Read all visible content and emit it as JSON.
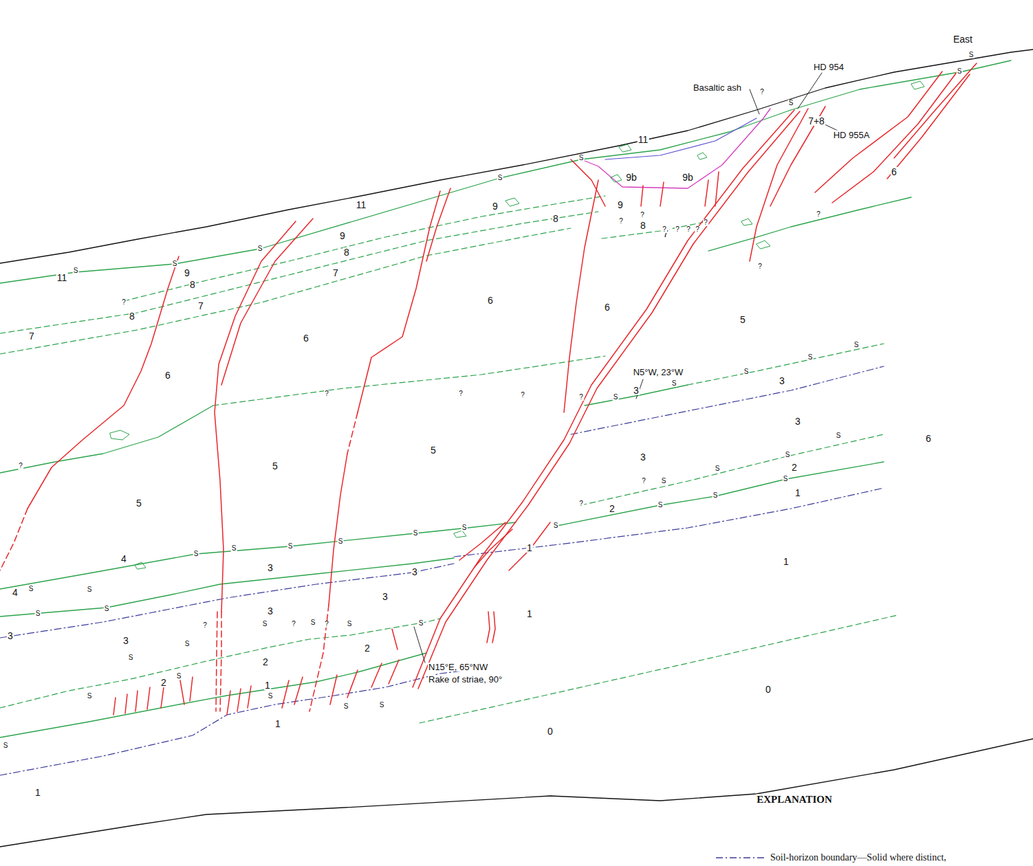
{
  "diagram": {
    "labels": [
      "East",
      "HD 954",
      "Basaltic ash",
      "?",
      "7+8",
      "HD 955A",
      "11",
      "9b",
      "9b",
      "6",
      "11",
      "9",
      "8",
      "9",
      "8",
      "7",
      "9",
      "8",
      "7",
      "9",
      "8",
      "8",
      "7",
      "11",
      "7",
      "6",
      "6",
      "6",
      "6",
      "5",
      "N5°W, 23°W",
      "3",
      "3",
      "3",
      "3",
      "6",
      "5",
      "5",
      "5",
      "2",
      "1",
      "2",
      "1",
      "4",
      "4",
      "3",
      "3",
      "3",
      "3",
      "3",
      "3",
      "1",
      "1",
      "2",
      "2",
      "1",
      "2",
      "N15°E, 65°NW",
      "Rake of striae, 90°",
      "0",
      "0",
      "1",
      "1",
      "EXPLANATION",
      "S",
      "S",
      "S",
      "S",
      "S",
      "S",
      "S",
      "S",
      "S",
      "S",
      "S",
      "S",
      "S",
      "S",
      "S",
      "S",
      "S",
      "S",
      "S",
      "S",
      "S",
      "S",
      "S",
      "S",
      "S",
      "S",
      "S",
      "S",
      "S",
      "S",
      "S",
      "S",
      "S",
      "S",
      "S",
      "S",
      "S",
      "S",
      "S",
      "S",
      "S",
      "S",
      "S",
      "?",
      "?",
      "?",
      "?",
      "?",
      "?",
      "?",
      "?",
      "?",
      "?",
      "?",
      "?",
      "?",
      "?",
      "?",
      "?",
      "?",
      "?",
      "?",
      "?"
    ],
    "legend": [
      {
        "text": "Soil-horizon boundary—Solid where distinct,"
      }
    ]
  }
}
